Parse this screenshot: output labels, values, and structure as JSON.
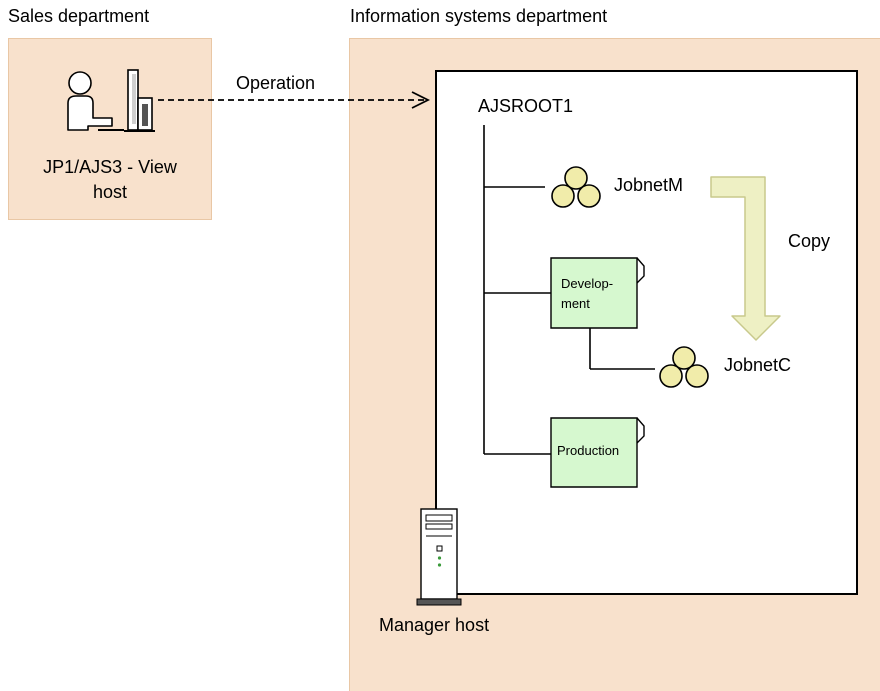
{
  "sales": {
    "title": "Sales department",
    "host_label_line1": "JP1/AJS3 - View",
    "host_label_line2": "host",
    "icon": "user-at-workstation-icon"
  },
  "info": {
    "title": "Information systems department",
    "manager_label": "Manager host",
    "server_icon": "server-tower-icon"
  },
  "operation_label": "Operation",
  "copy_label": "Copy",
  "tree": {
    "root": "AJSROOT1",
    "jobnet_m": "JobnetM",
    "development": "Develop-\nment",
    "development_line1": "Develop-",
    "development_line2": "ment",
    "jobnet_c": "JobnetC",
    "production": "Production"
  },
  "colors": {
    "department_fill": "#f8e1cc",
    "department_border": "#e9c7a5",
    "jobnet_fill": "#f1ecaa",
    "group_fill": "#d6f8cf",
    "copy_arrow_fill": "#eef0c4"
  }
}
